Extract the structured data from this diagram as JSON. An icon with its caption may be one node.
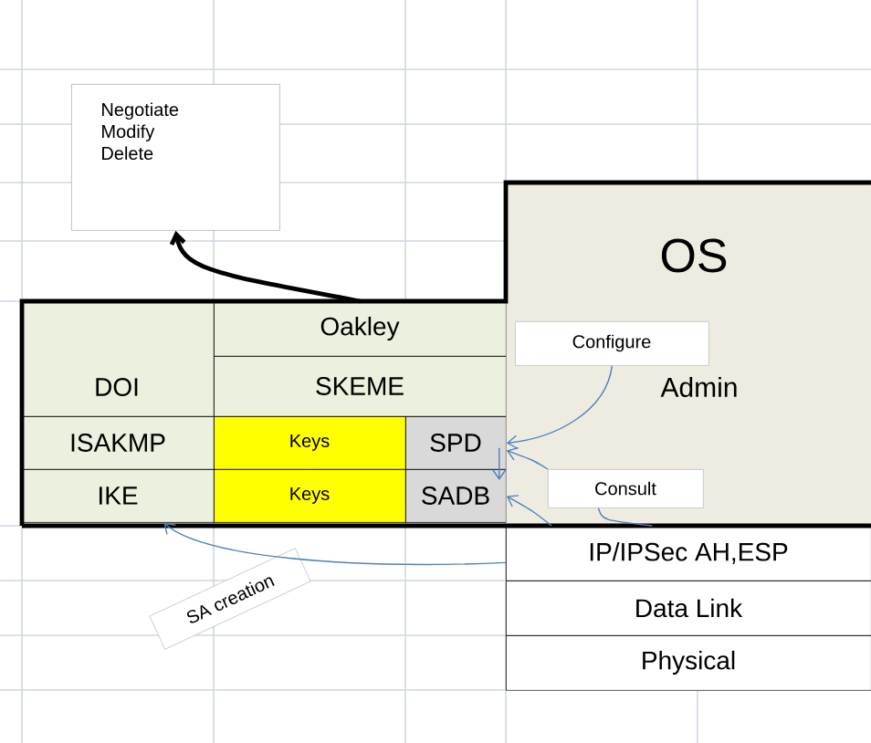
{
  "diagram": {
    "nodes": [
      {
        "text": [
          "Negotiate Modify Delete"
        ]
      },
      {
        "text": [
          "DOI"
        ]
      },
      {
        "text": [
          "Oakley"
        ]
      },
      {
        "text": [
          "SKEME"
        ]
      },
      {
        "text": [
          "ISAKMP"
        ]
      },
      {
        "text": [
          "Keys"
        ]
      },
      {
        "text": [
          "SPD"
        ]
      },
      {
        "text": [
          "IKE"
        ]
      },
      {
        "text": [
          "Keys"
        ]
      },
      {
        "text": [
          "SADB"
        ]
      },
      {
        "text": [
          "OS",
          "Admin"
        ]
      },
      {
        "text": [
          "Configure"
        ],
        "in": 10
      },
      {
        "text": [
          "Consult"
        ],
        "in": 10
      },
      {
        "text": [
          "IP/IPSec AH,ESP"
        ]
      },
      {
        "text": [
          "Data Link"
        ]
      },
      {
        "text": [
          "Physical"
        ]
      },
      {
        "text": [
          "SA creation"
        ]
      }
    ],
    "edges": [
      {
        "from": 2,
        "to": 0,
        "arrow": "to",
        "style": "thick",
        "color": "#000000"
      },
      {
        "from": 11,
        "to": 6,
        "arrow": "to"
      },
      {
        "from": 12,
        "to": 6,
        "arrow": "to"
      },
      {
        "from": 6,
        "to": 9,
        "arrow": "to"
      },
      {
        "from": 13,
        "to": 9,
        "arrow": "to"
      },
      {
        "from": 13,
        "to": 12,
        "arrow": "none"
      },
      {
        "from": 13,
        "to": 7,
        "arrow": "to"
      }
    ]
  }
}
